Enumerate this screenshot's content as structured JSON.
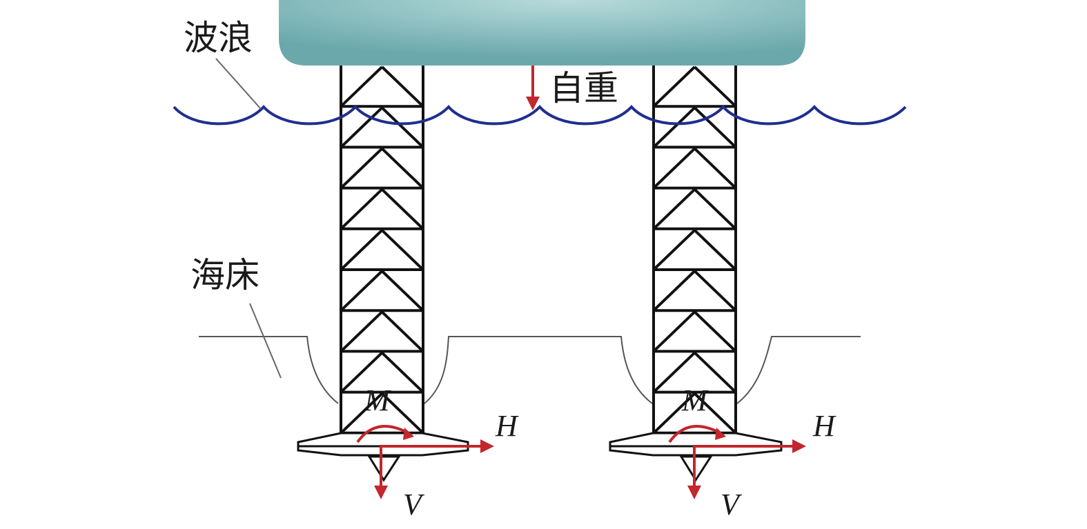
{
  "labels": {
    "wave": "波浪",
    "self_weight": "自重",
    "seabed": "海床"
  },
  "legs": [
    {
      "moment": "M",
      "horizontal": "H",
      "vertical": "V"
    },
    {
      "moment": "M",
      "horizontal": "H",
      "vertical": "V"
    }
  ],
  "colors": {
    "hull_center": "#a9d2d1",
    "hull_edge": "#6aa8ab",
    "wave_line": "#1f2f8f",
    "load_arrow": "#c1272d",
    "truss": "#111111",
    "seabed_line": "#555555"
  }
}
